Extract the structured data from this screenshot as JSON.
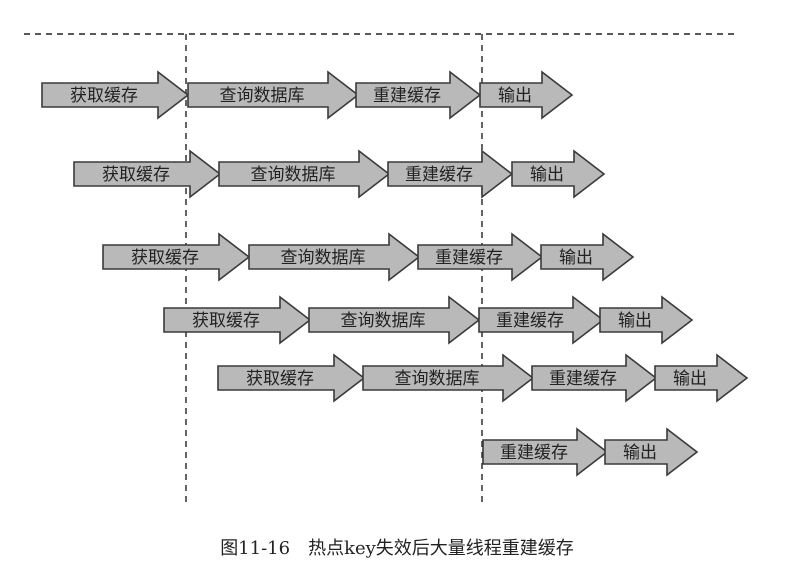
{
  "rows": [
    {
      "steps": [
        "获取缓存",
        "查询数据库",
        "重建缓存",
        "输出"
      ]
    },
    {
      "steps": [
        "获取缓存",
        "查询数据库",
        "重建缓存",
        "输出"
      ]
    },
    {
      "steps": [
        "获取缓存",
        "查询数据库",
        "重建缓存",
        "输出"
      ]
    },
    {
      "steps": [
        "获取缓存",
        "查询数据库",
        "重建缓存",
        "输出"
      ]
    },
    {
      "steps": [
        "获取缓存",
        "查询数据库",
        "重建缓存",
        "输出"
      ]
    },
    {
      "steps": [
        "重建缓存",
        "输出"
      ]
    }
  ],
  "caption": "图11-16　热点key失效后大量线程重建缓存",
  "colors": {
    "arrow_fill": "#b9b9b9",
    "arrow_stroke": "#3a3a3a",
    "guide": "#222222"
  }
}
